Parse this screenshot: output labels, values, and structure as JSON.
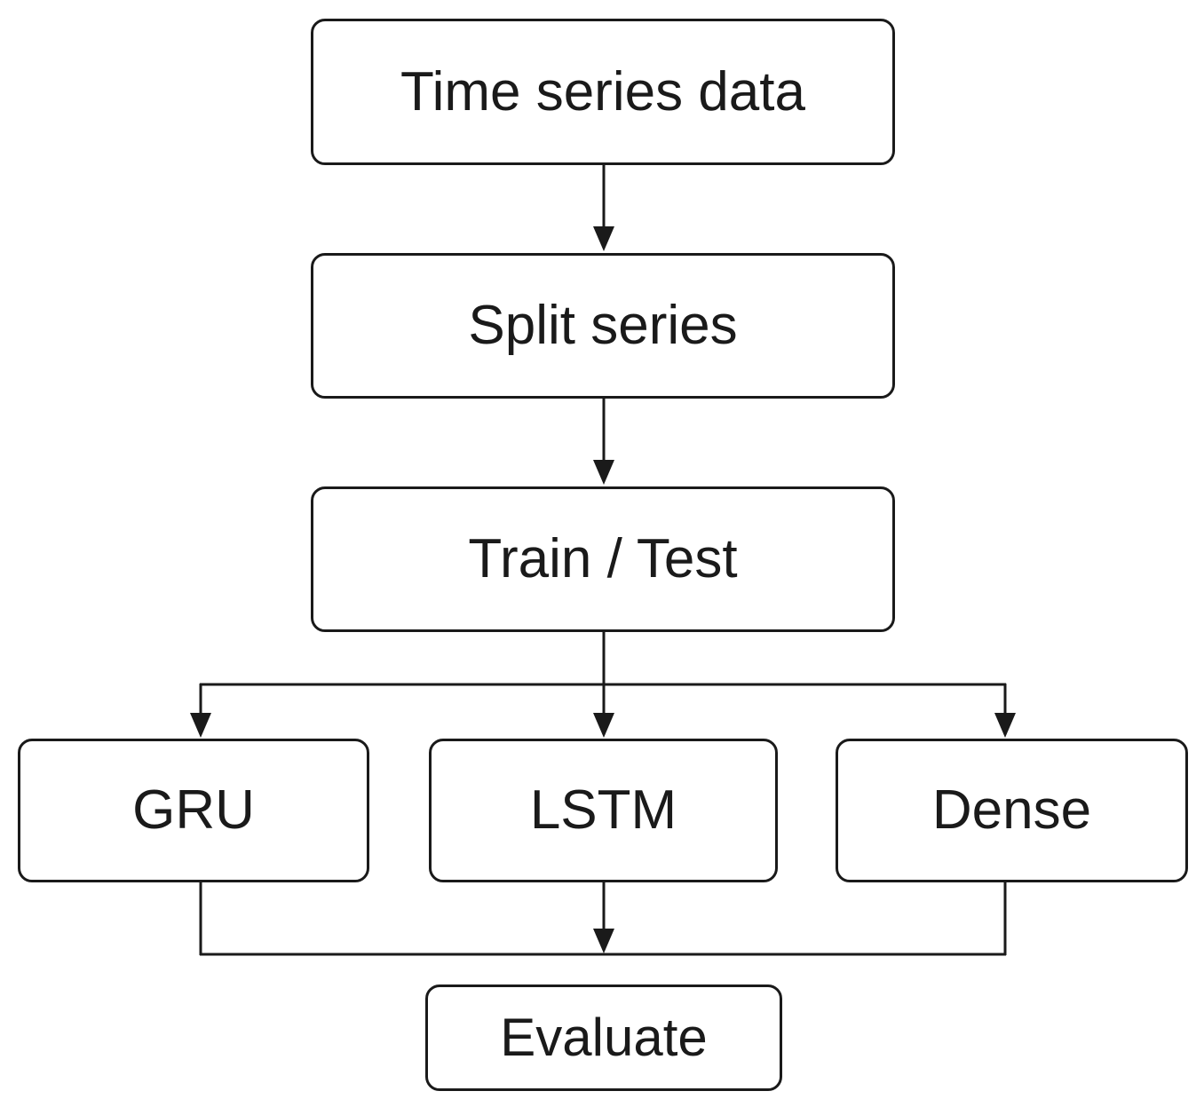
{
  "nodes": {
    "time_series_data": "Time series data",
    "split_series": "Split series",
    "train_test": "Train / Test",
    "gru": "GRU",
    "lstm": "LSTM",
    "dense": "Dense",
    "evaluate": "Evaluate"
  },
  "colors": {
    "stroke": "#1a1a1a",
    "background": "#ffffff"
  }
}
